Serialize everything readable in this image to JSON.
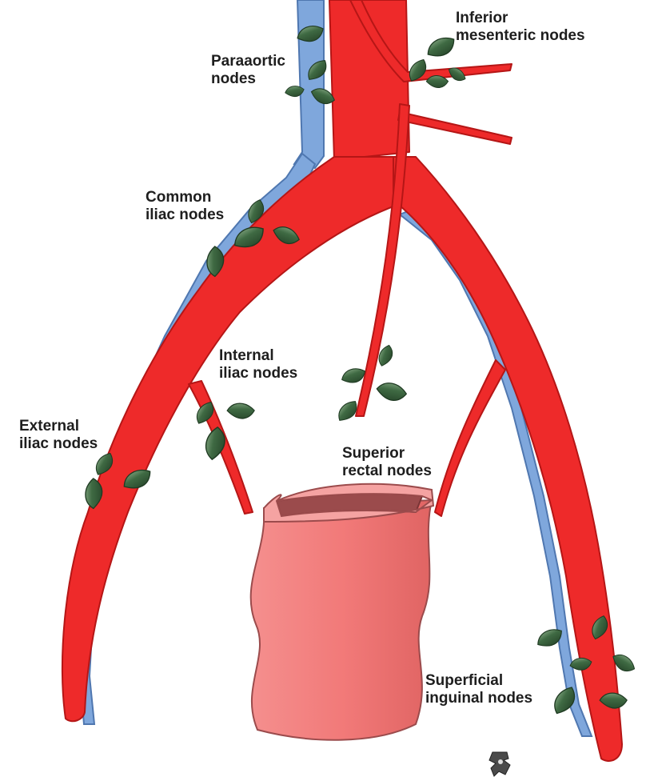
{
  "labels": {
    "paraaortic": {
      "line1": "Paraaortic",
      "line2": "nodes"
    },
    "inferior_mesenteric": {
      "line1": "Inferior",
      "line2": "mesenteric nodes"
    },
    "common_iliac": {
      "line1": "Common",
      "line2": "iliac nodes"
    },
    "internal_iliac": {
      "line1": "Internal",
      "line2": "iliac nodes"
    },
    "external_iliac": {
      "line1": "External",
      "line2": "iliac nodes"
    },
    "superior_rectal": {
      "line1": "Superior",
      "line2": "rectal nodes"
    },
    "superficial_inguinal": {
      "line1": "Superficial",
      "line2": "inguinal nodes"
    }
  },
  "colors": {
    "artery": "#ee2a2a",
    "artery_dark": "#b51616",
    "vein": "#7fa7dc",
    "vein_dark": "#4f77b0",
    "node": "#3f6a43",
    "node_dark": "#1f3a22",
    "node_light": "#a9c7a4",
    "rectum": "#f27a79",
    "rectum_dark": "#9b4b4c",
    "label": "#1e1e1e"
  },
  "icons": {
    "logo": "anatomy-logo-icon"
  }
}
